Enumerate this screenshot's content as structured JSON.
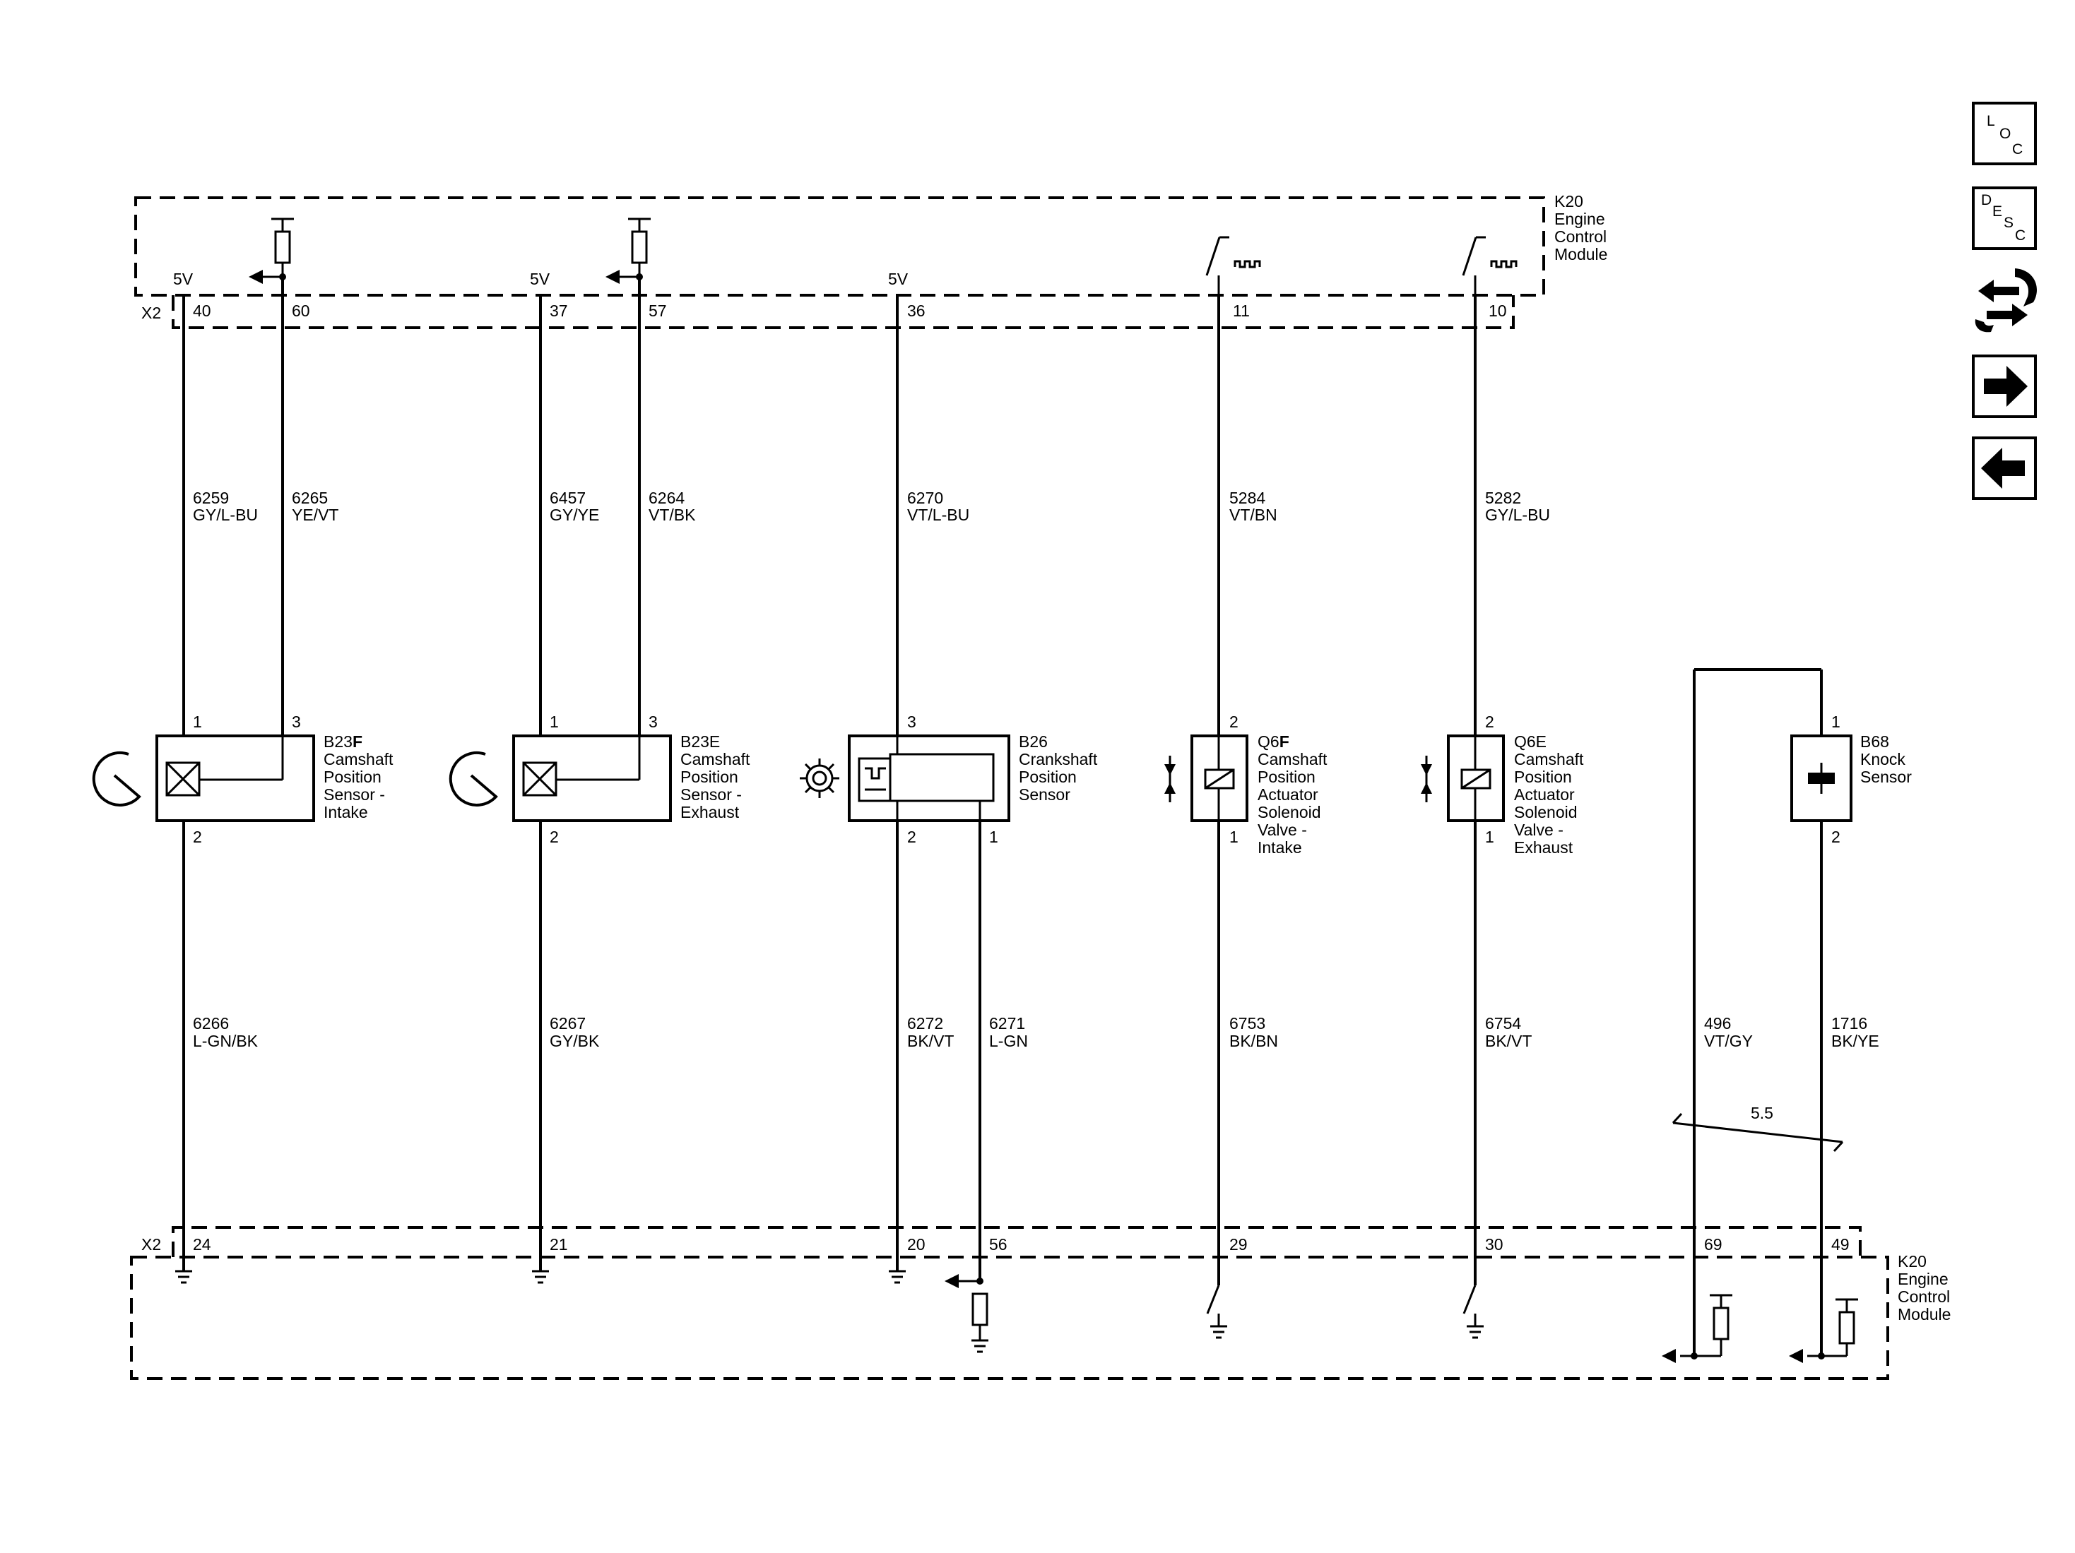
{
  "module": {
    "ref": "K20",
    "name_lines": [
      "Engine",
      "Control",
      "Module"
    ],
    "connector": "X2"
  },
  "voltage_label": "5V",
  "top_pins": [
    "40",
    "60",
    "37",
    "57",
    "36",
    "11",
    "10"
  ],
  "bottom_pins": [
    "24",
    "21",
    "20",
    "56",
    "29",
    "30",
    "69",
    "49"
  ],
  "wires_upper": [
    {
      "circuit": "6259",
      "color": "GY/L-BU"
    },
    {
      "circuit": "6265",
      "color": "YE/VT"
    },
    {
      "circuit": "6457",
      "color": "GY/YE"
    },
    {
      "circuit": "6264",
      "color": "VT/BK"
    },
    {
      "circuit": "6270",
      "color": "VT/L-BU"
    },
    {
      "circuit": "5284",
      "color": "VT/BN"
    },
    {
      "circuit": "5282",
      "color": "GY/L-BU"
    }
  ],
  "wires_lower": [
    {
      "circuit": "6266",
      "color": "L-GN/BK"
    },
    {
      "circuit": "6267",
      "color": "GY/BK"
    },
    {
      "circuit": "6272",
      "color": "BK/VT"
    },
    {
      "circuit": "6271",
      "color": "L-GN"
    },
    {
      "circuit": "6753",
      "color": "BK/BN"
    },
    {
      "circuit": "6754",
      "color": "BK/VT"
    },
    {
      "circuit": "496",
      "color": "VT/GY"
    },
    {
      "circuit": "1716",
      "color": "BK/YE"
    }
  ],
  "twisted_pair_label": "5.5",
  "components": [
    {
      "ref": "B23F",
      "ref_bold": "F",
      "lines": [
        "Camshaft",
        "Position",
        "Sensor -",
        "Intake"
      ],
      "pins": [
        "1",
        "3",
        "2"
      ]
    },
    {
      "ref": "B23E",
      "ref_bold": "",
      "lines": [
        "Camshaft",
        "Position",
        "Sensor -",
        "Exhaust"
      ],
      "pins": [
        "1",
        "3",
        "2"
      ]
    },
    {
      "ref": "B26",
      "ref_bold": "",
      "lines": [
        "Crankshaft",
        "Position",
        "Sensor"
      ],
      "pins": [
        "3",
        "2",
        "1"
      ]
    },
    {
      "ref": "Q6F",
      "ref_bold": "F",
      "lines": [
        "Camshaft",
        "Position",
        "Actuator",
        "Solenoid",
        "Valve -",
        "Intake"
      ],
      "pins": [
        "2",
        "1"
      ]
    },
    {
      "ref": "Q6E",
      "ref_bold": "",
      "lines": [
        "Camshaft",
        "Position",
        "Actuator",
        "Solenoid",
        "Valve -",
        "Exhaust"
      ],
      "pins": [
        "2",
        "1"
      ]
    },
    {
      "ref": "B68",
      "ref_bold": "",
      "lines": [
        "Knock",
        "Sensor"
      ],
      "pins": [
        "1",
        "2"
      ]
    }
  ],
  "nav_buttons": [
    {
      "name": "loc-button",
      "letters": [
        "L",
        "O",
        "C"
      ]
    },
    {
      "name": "desc-button",
      "letters": [
        "D",
        "E",
        "S",
        "C"
      ]
    }
  ]
}
